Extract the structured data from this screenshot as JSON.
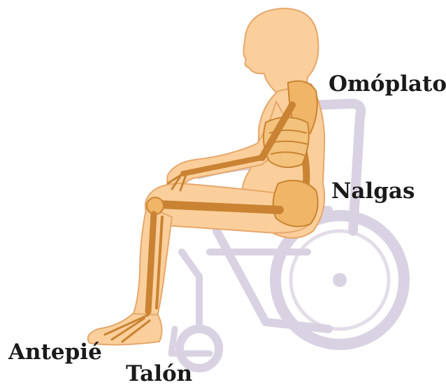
{
  "labels": {
    "omoplato": "Omóplato",
    "nalgas": "Nalgas",
    "antepie": "Antepié",
    "talon": "Talón"
  },
  "colors": {
    "skin": "#fbcf9b",
    "skin_outline": "#e6a76b",
    "bone": "#f0b567",
    "bone_outline": "#c98333",
    "wheelchair": "#d9d2e2",
    "wheelchair_dark": "#c7bed3",
    "text": "#1a1a1a"
  }
}
